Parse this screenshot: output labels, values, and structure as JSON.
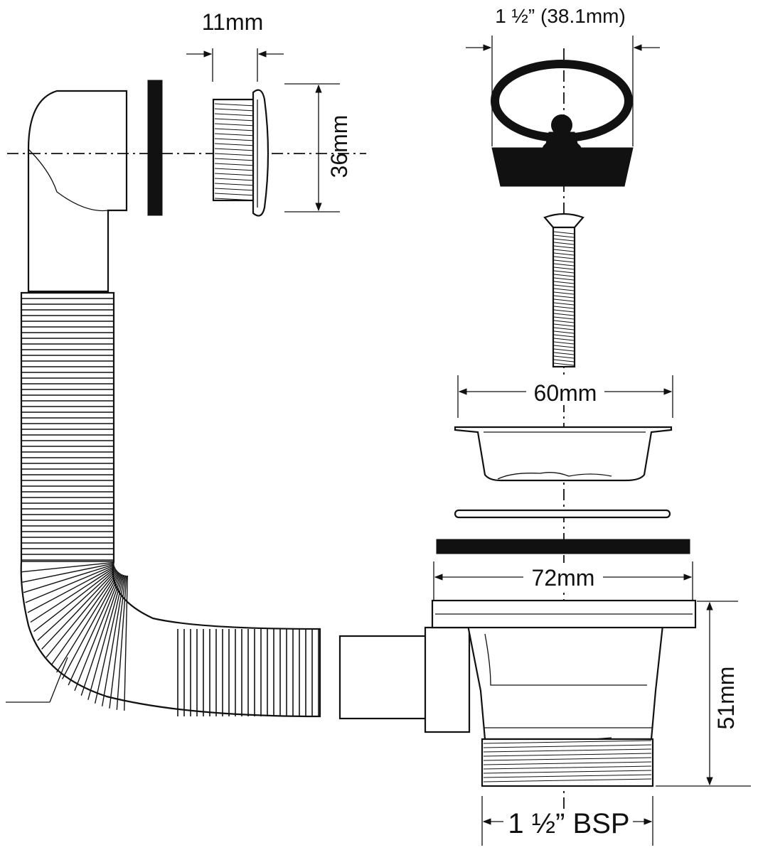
{
  "dimensions": {
    "overflow_thread": "11mm",
    "overflow_height": "36mm",
    "plug_width": "1 ½” (38.1mm)",
    "strainer_width": "60mm",
    "flange_width": "72mm",
    "body_height": "51mm",
    "outlet_thread": "1 ½” BSP"
  }
}
